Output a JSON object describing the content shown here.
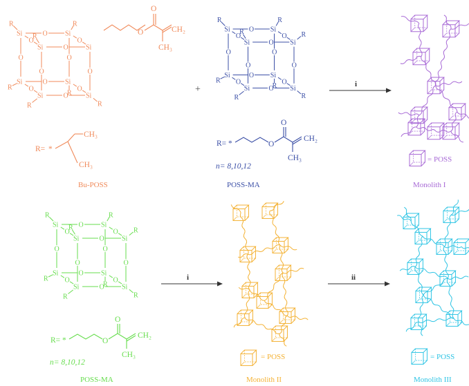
{
  "colors": {
    "bu_poss": "#f08a5a",
    "poss_ma_top": "#3b4fa6",
    "monolith1": "#a86ad6",
    "poss_ma_bottom": "#66dd4d",
    "monolith2": "#f4b234",
    "monolith3": "#2ec4e4",
    "arrow": "#333333"
  },
  "scheme_top": {
    "bu_poss": {
      "label": "Bu-POSS",
      "r_def": "R=",
      "ch3_top": "CH₃",
      "ch3_bottom": "CH₃",
      "substituent_prefix": "O",
      "substituent_ch2": "CH₂",
      "substituent_ch3": "CH₃",
      "substituent_o_carbonyl": "O"
    },
    "plus": "+",
    "poss_ma": {
      "label": "POSS-MA",
      "r_def": "R=",
      "n_label": "n= 8,10,12",
      "ch2": "CH₂",
      "ch3": "CH₃",
      "o_ester": "O",
      "o_carbonyl": "O"
    },
    "arrow_label": "i",
    "monolith": {
      "label": "Monolith I",
      "legend": "= POSS"
    }
  },
  "scheme_bottom": {
    "poss_ma": {
      "label": "POSS-MA",
      "r_def": "R=",
      "n_label": "n= 8,10,12",
      "ch2": "CH₂",
      "ch3": "CH₃",
      "o_ester": "O",
      "o_carbonyl": "O"
    },
    "arrow1_label": "i",
    "monolith2": {
      "label": "Monolith II",
      "legend": "= POSS"
    },
    "arrow2_label": "ii",
    "monolith3": {
      "label": "Monolith III",
      "legend": "= POSS"
    }
  },
  "atoms": {
    "si": "Si",
    "o": "O",
    "r": "R"
  }
}
